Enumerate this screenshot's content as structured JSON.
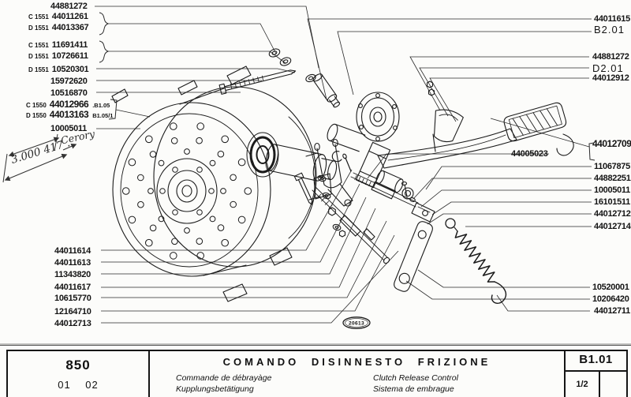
{
  "diagram": {
    "stamp": "20613",
    "handwriting": {
      "part1": "3.000 417 .",
      "part2": "Cerory"
    }
  },
  "labels": {
    "top_left": [
      {
        "num": "44881272"
      },
      {
        "pre": "C 1551",
        "num": "44011261"
      },
      {
        "pre": "D 1551",
        "num": "44013367"
      },
      {
        "pre": "C 1551",
        "num": "11691411"
      },
      {
        "pre": "D 1551",
        "num": "10726611"
      },
      {
        "pre": "D 1551",
        "num": "10520301"
      },
      {
        "num": "15972620"
      },
      {
        "num": "10516870"
      },
      {
        "pre": "C 1550",
        "num": "44012966",
        "ref": ".B1.05"
      },
      {
        "pre": "D 1550",
        "num": "44013163",
        "ref": "B1.05/1"
      },
      {
        "num": "10005011"
      }
    ],
    "top_right": [
      "44011615",
      "B2.01",
      "44881272",
      "D2.01",
      "44012912"
    ],
    "right_mid": [
      "44012709",
      "44005023",
      "11067875",
      "44882251",
      "10005011",
      "16101511",
      "44012712",
      "44012714"
    ],
    "bottom_right": [
      "10520001",
      "10206420",
      "44012711"
    ],
    "bottom_left": [
      "44011614",
      "44011613",
      "11343820",
      "44011617",
      "10615770",
      "12164710",
      "44012713"
    ]
  },
  "footer": {
    "model": "850",
    "code": "01 02",
    "title": "COMANDO DISINNESTO FRIZIONE",
    "subtitle_fr": "Commande de débrayàge",
    "subtitle_de": "Kupplungsbetätigung",
    "subtitle_en": "Clutch Release Control",
    "subtitle_es": "Sistema de embrague",
    "section": "B1.01",
    "page": "1/2"
  }
}
